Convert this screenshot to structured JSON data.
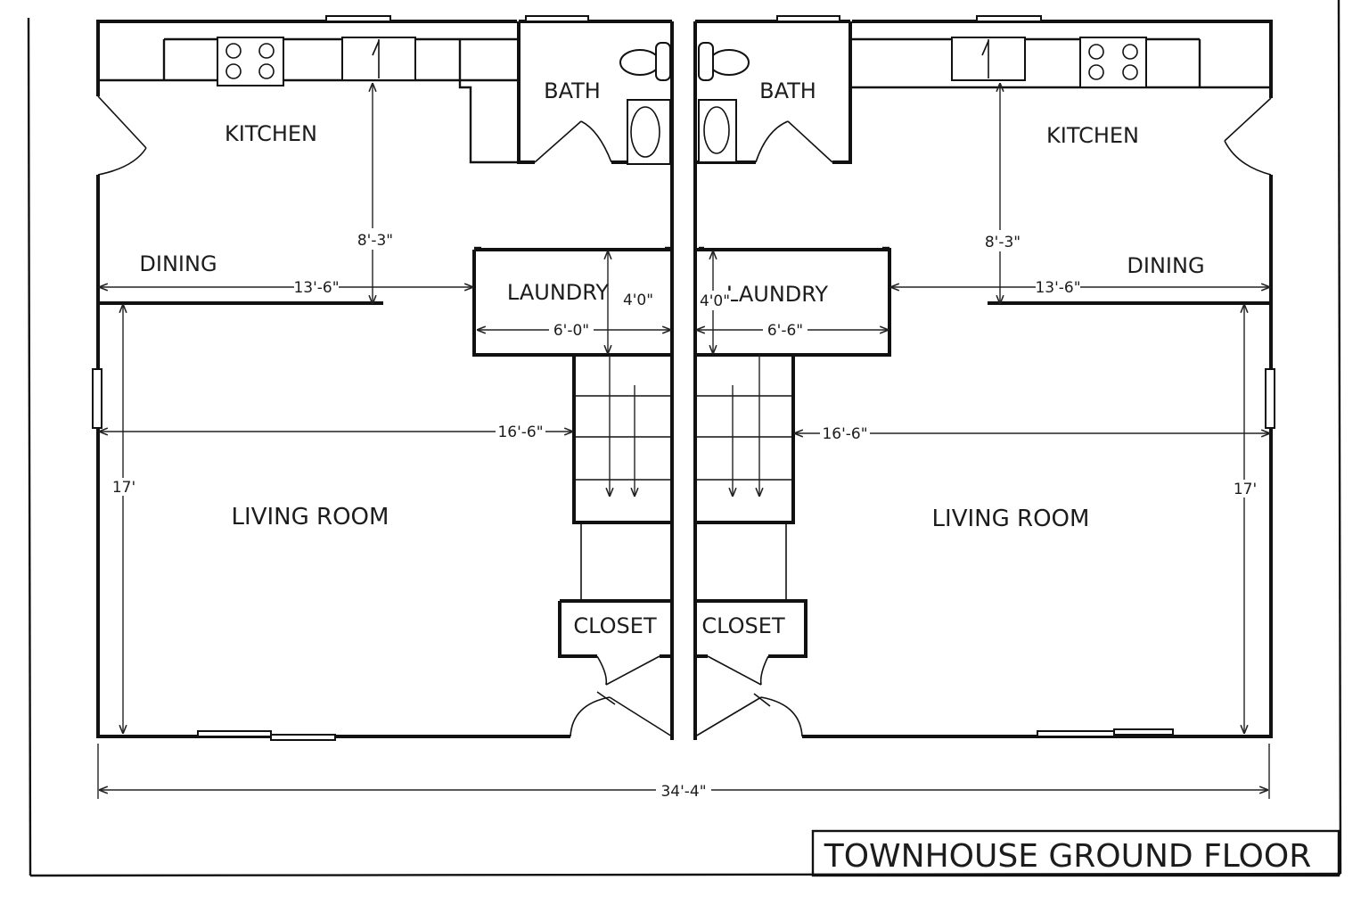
{
  "title": "TOWNHOUSE GROUND FLOOR",
  "left_unit": {
    "rooms": {
      "kitchen": "KITCHEN",
      "bath": "BATH",
      "dining": "DINING",
      "laundry": "LAUNDRY",
      "living_room": "LIVING ROOM",
      "closet": "CLOSET"
    },
    "dimensions": {
      "kitchen_depth": "8'-3\"",
      "dining_width": "13'-6\"",
      "laundry_depth": "4'0\"",
      "laundry_width": "6'-0\"",
      "living_width": "16'-6\"",
      "living_depth": "17'"
    }
  },
  "right_unit": {
    "rooms": {
      "kitchen": "KITCHEN",
      "bath": "BATH",
      "dining": "DINING",
      "laundry": "LAUNDRY",
      "living_room": "LIVING ROOM",
      "closet": "CLOSET"
    },
    "dimensions": {
      "kitchen_depth": "8'-3\"",
      "dining_width": "13'-6\"",
      "laundry_depth": "4'0\"",
      "laundry_width": "6'-6\"",
      "living_width": "16'-6\"",
      "living_depth": "17'"
    }
  },
  "overall_width": "34'-4\""
}
